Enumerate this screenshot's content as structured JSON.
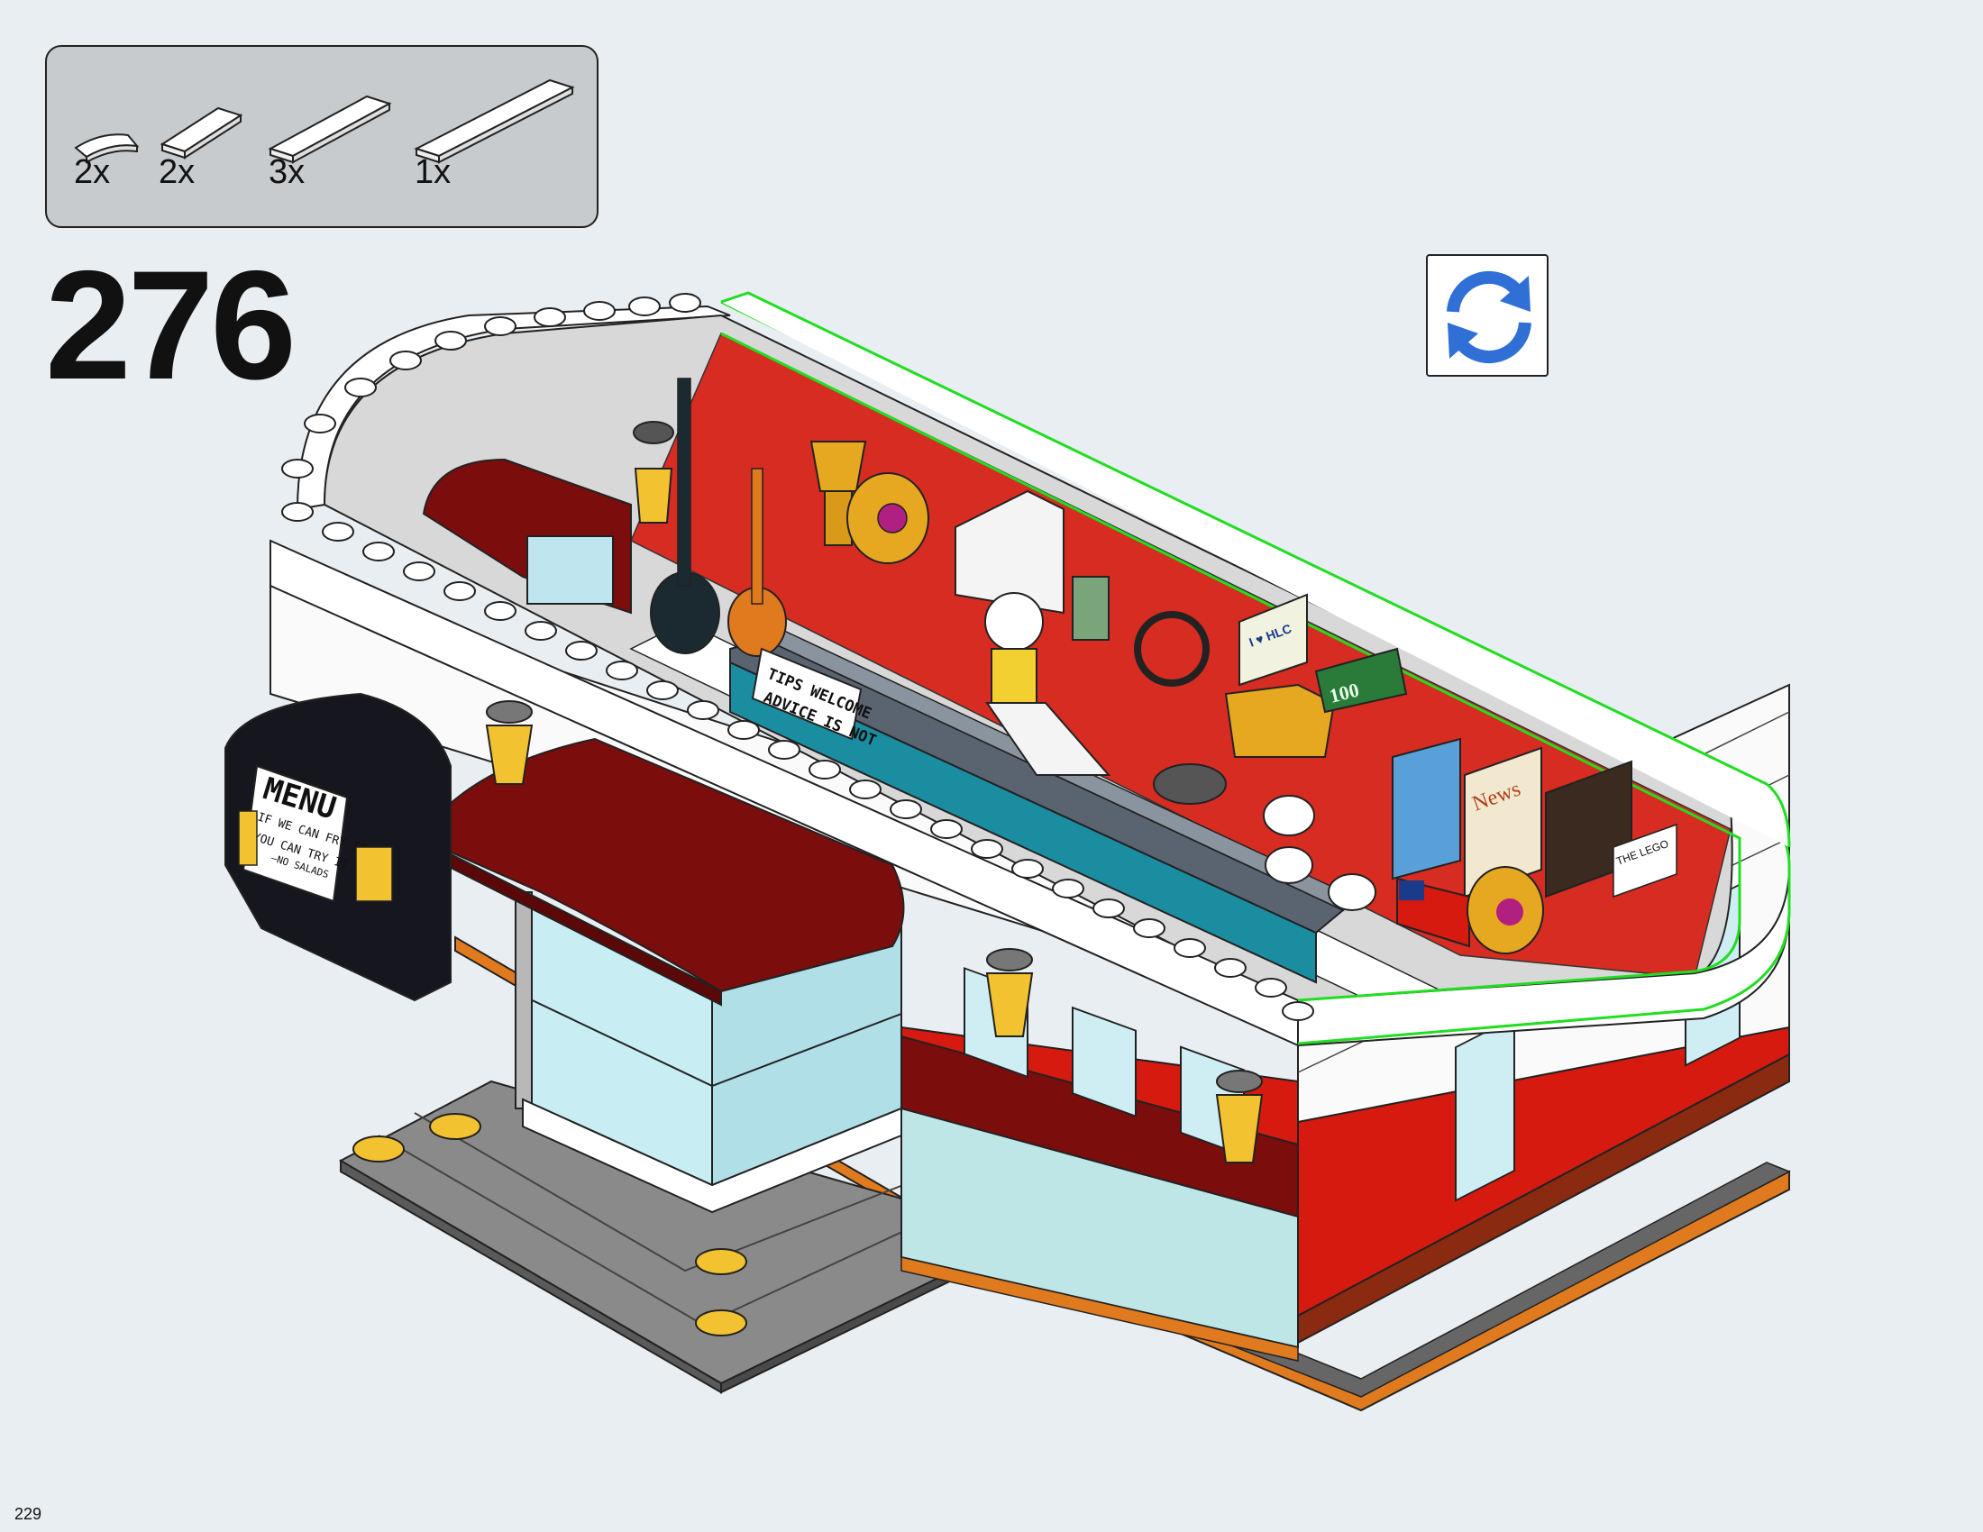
{
  "step": {
    "number": "276"
  },
  "parts_list": {
    "items": [
      {
        "quantity": "2x",
        "part": "white-curved-tile-icon"
      },
      {
        "quantity": "2x",
        "part": "white-tile-1x4-icon"
      },
      {
        "quantity": "3x",
        "part": "white-tile-1x6-icon"
      },
      {
        "quantity": "1x",
        "part": "white-tile-1x8-icon"
      }
    ]
  },
  "rotate_indicator": {
    "icon": "rotate-model-icon",
    "color": "#2f6fd6"
  },
  "model_illustration": {
    "signs": {
      "menu_title": "MENU",
      "menu_line1": "IF WE CAN FRY IT",
      "menu_line2": "YOU CAN TRY IT",
      "menu_line3": "—NO SALADS",
      "tips_line1": "TIPS WELCOME",
      "tips_line2": "ADVICE IS NOT",
      "news": "News",
      "bill": "100",
      "poster": "I ♥ HLC",
      "board": "THE LEGO"
    },
    "highlight_color": "#22dd22",
    "body_colors": {
      "white": "#ffffff",
      "red": "#d61a0f",
      "dark_red": "#7c0d0d",
      "teal": "#1a8ea0",
      "base": "#5e5e5e"
    }
  },
  "footer": {
    "page_number": "229"
  }
}
